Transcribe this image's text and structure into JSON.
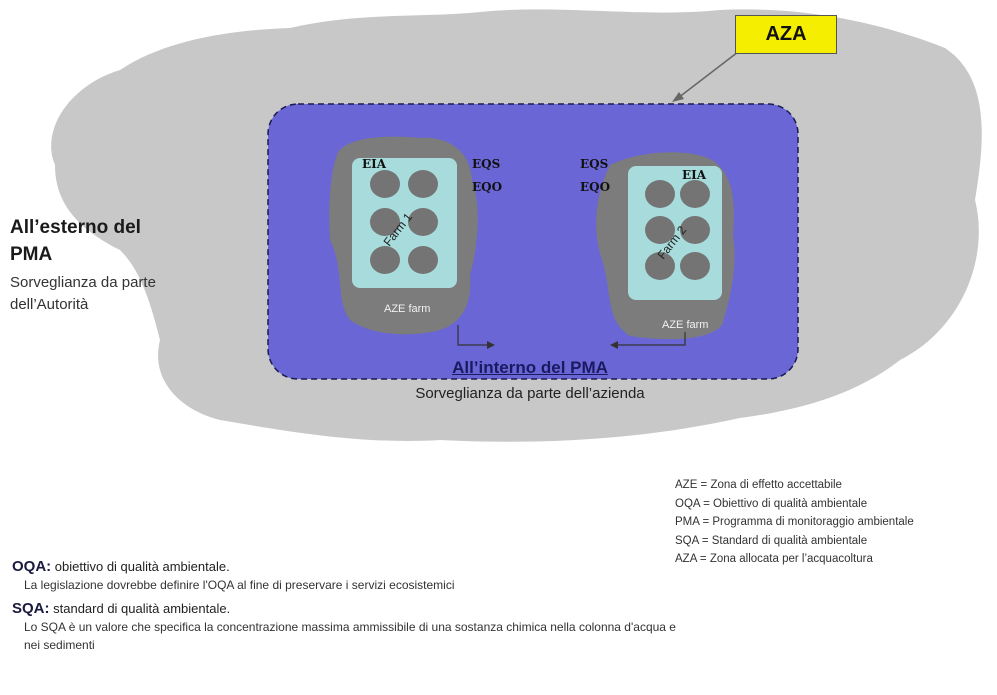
{
  "aza_label": "AZA",
  "outside": {
    "title": "All’esterno del PMA",
    "subtitle": "Sorveglianza da parte dell’Autorità"
  },
  "inside": {
    "title": "All’interno del PMA",
    "subtitle": "Sorveglianza da parte dell’azienda"
  },
  "farm1": {
    "name": "Farm 1",
    "eia": "EIA",
    "eqs": "EQS",
    "eqo": "EQO",
    "aze": "AZE farm"
  },
  "farm2": {
    "name": "Farm 2",
    "eia": "EIA",
    "eqs": "EQS",
    "eqo": "EQO",
    "aze": "AZE farm"
  },
  "legend": [
    "AZE = Zona di effetto accettabile",
    "OQA = Obiettivo di qualità ambientale",
    "PMA = Programma di monitoraggio ambientale",
    "SQA = Standard di qualità ambientale",
    "AZA = Zona allocata per l’acquacoltura"
  ],
  "definitions": {
    "oqa": {
      "term": "OQA:",
      "label": "obiettivo di qualità ambientale.",
      "text": "La legislazione dovrebbe definire l'OQA al fine di preservare i servizi ecosistemici"
    },
    "sqa": {
      "term": "SQA:",
      "label": "standard di qualità ambientale.",
      "text": "Lo SQA è un valore che specifica la concentrazione massima ammissibile di una sostanza chimica nella colonna d'acqua e nei sedimenti"
    }
  },
  "colors": {
    "outer_blob": "#c8c8c8",
    "pma_zone": "#6a66d6",
    "aze_blob": "#7c7c7c",
    "farm_box": "#a8dcdc",
    "cage": "#747474",
    "aza_box": "#f5ee00"
  }
}
